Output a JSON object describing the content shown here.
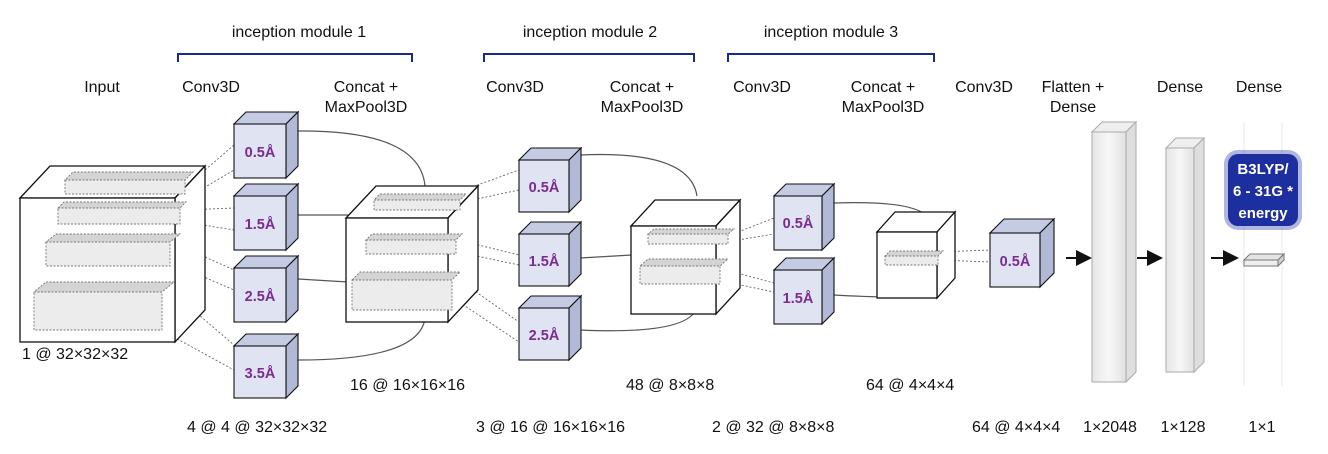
{
  "modules": [
    {
      "title": "inception module 1",
      "conv": "Conv3D",
      "concat_line1": "Concat +",
      "concat_line2": "MaxPool3D",
      "out_shape": "16 @ 16×16×16",
      "branch_shape": "4 @ 4 @ 32×32×32",
      "kernels": [
        "0.5Å",
        "1.5Å",
        "2.5Å",
        "3.5Å"
      ]
    },
    {
      "title": "inception module 2",
      "conv": "Conv3D",
      "concat_line1": "Concat +",
      "concat_line2": "MaxPool3D",
      "out_shape": "48 @ 8×8×8",
      "branch_shape": "3 @ 16 @ 16×16×16",
      "kernels": [
        "0.5Å",
        "1.5Å",
        "2.5Å"
      ]
    },
    {
      "title": "inception module 3",
      "conv": "Conv3D",
      "concat_line1": "Concat +",
      "concat_line2": "MaxPool3D",
      "out_shape": "64 @ 4×4×4",
      "branch_shape": "2 @ 32 @ 8×8×8",
      "kernels": [
        "0.5Å",
        "1.5Å"
      ]
    }
  ],
  "input": {
    "label": "Input",
    "shape": "1 @ 32×32×32"
  },
  "final_conv": {
    "label": "Conv3D",
    "kernel": "0.5Å",
    "shape": "64 @ 4×4×4"
  },
  "flatten": {
    "line1": "Flatten +",
    "line2": "Dense",
    "shape": "1×2048"
  },
  "dense1": {
    "label": "Dense",
    "shape": "1×128"
  },
  "dense2": {
    "label": "Dense",
    "shape": "1×1"
  },
  "target": {
    "line1": "B3LYP/",
    "line2": "6 - 31G *",
    "line3": "energy"
  },
  "colors": {
    "bracket": "#1a2a8c",
    "kernel_text": "#7a2c8f",
    "filter_face": "#dfe3f2",
    "target_bg": "#1d2f9e"
  }
}
